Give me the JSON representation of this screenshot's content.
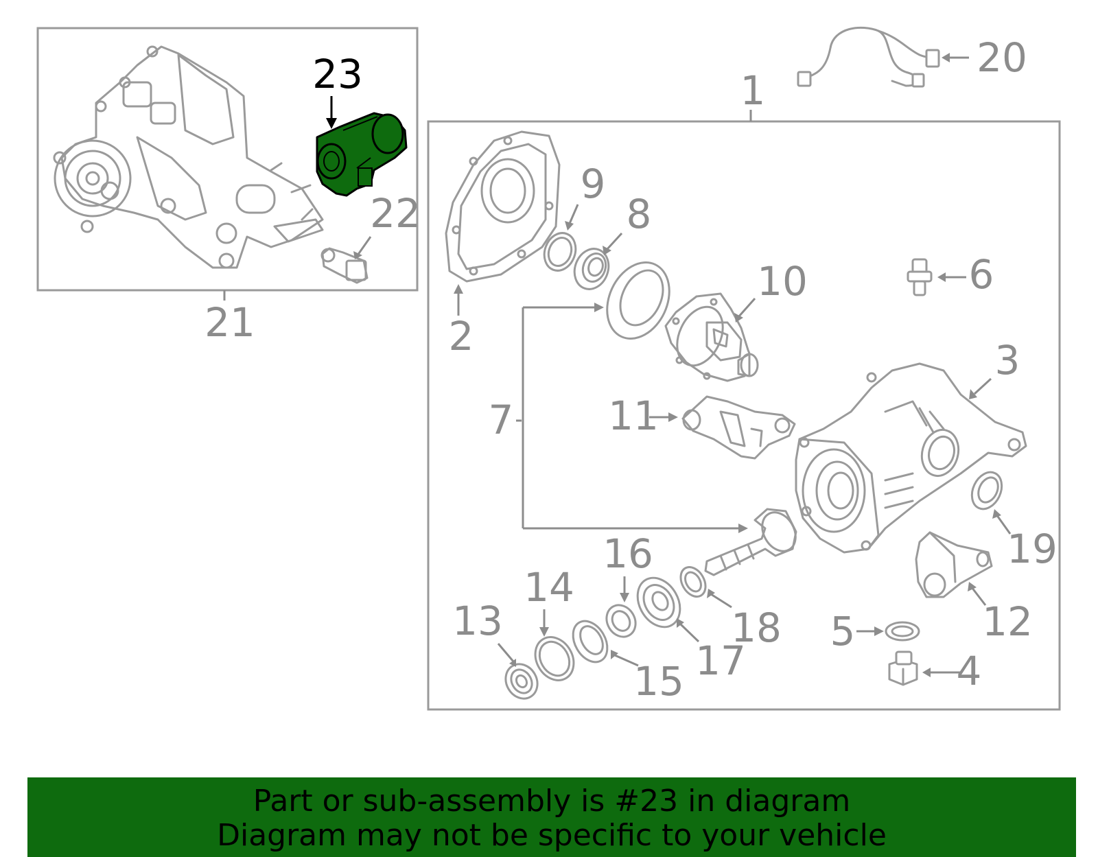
{
  "diagram": {
    "highlight_color": "#0e6b0e",
    "callouts": {
      "c1": "1",
      "c2": "2",
      "c3": "3",
      "c4": "4",
      "c5": "5",
      "c6": "6",
      "c7": "7",
      "c8": "8",
      "c9": "9",
      "c10": "10",
      "c11": "11",
      "c12": "12",
      "c13": "13",
      "c14": "14",
      "c15": "15",
      "c16": "16",
      "c17": "17",
      "c18": "18",
      "c19": "19",
      "c20": "20",
      "c21": "21",
      "c22": "22",
      "c23": "23"
    }
  },
  "banner": {
    "line1": "Part or sub-assembly is #23 in diagram",
    "line2": "Diagram may not be specific to your vehicle",
    "background": "#0e6b0e"
  }
}
